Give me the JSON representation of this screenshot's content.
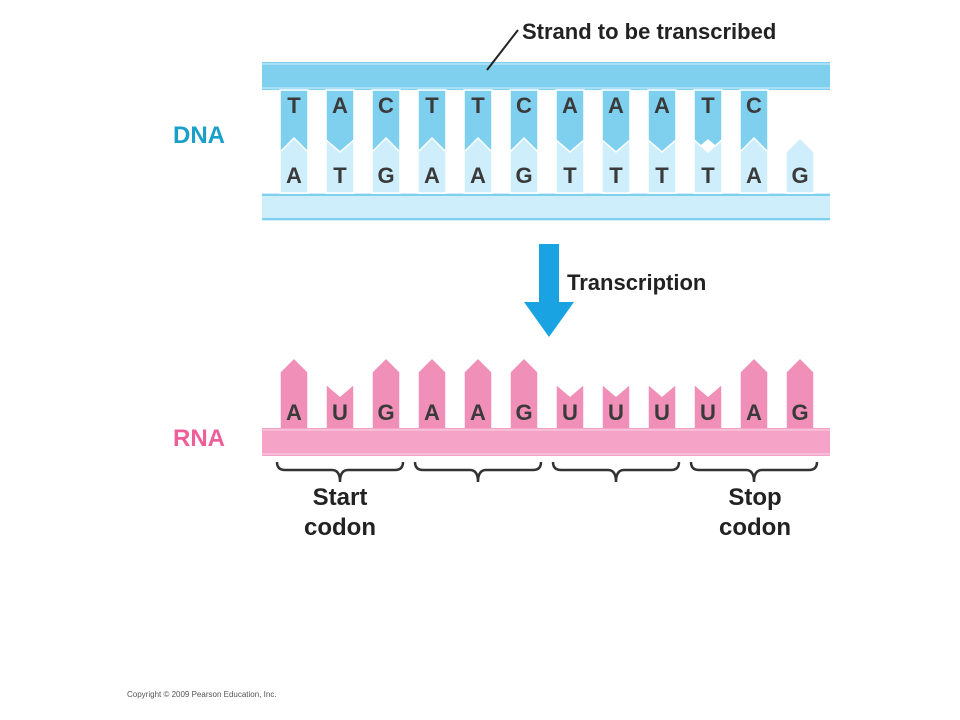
{
  "labels": {
    "strand_note": "Strand to be transcribed",
    "dna": "DNA",
    "rna": "RNA",
    "process": "Transcription",
    "start_codon_line1": "Start",
    "start_codon_line2": "codon",
    "stop_codon_line1": "Stop",
    "stop_codon_line2": "codon",
    "copyright": "Copyright © 2009 Pearson Education, Inc."
  },
  "dna": {
    "template_strand": [
      "T",
      "A",
      "C",
      "T",
      "T",
      "C",
      "A",
      "A",
      "A",
      "T",
      "C"
    ],
    "coding_strand": [
      "A",
      "T",
      "G",
      "A",
      "A",
      "G",
      "T",
      "T",
      "T",
      "T",
      "A",
      "G"
    ]
  },
  "rna": {
    "sequence": [
      "A",
      "U",
      "G",
      "A",
      "A",
      "G",
      "U",
      "U",
      "U",
      "U",
      "A",
      "G"
    ],
    "codon_count": 4
  },
  "colors": {
    "dna_label": "#1aa0c8",
    "rna_label": "#ee5f99",
    "backbone_dark": "#7fd0ef",
    "backbone_light": "#cdeefa",
    "template_base": "#7fd0ef",
    "coding_base": "#cdeefa",
    "rna_backbone": "#f5a3c6",
    "rna_base": "#f08fb7",
    "arrow": "#1aa3e2",
    "text": "#222222"
  }
}
